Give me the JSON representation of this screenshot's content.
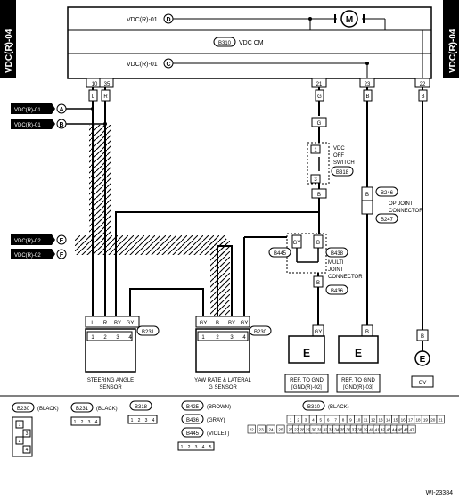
{
  "side_tab": "VDC(R)-04",
  "top_refs": {
    "d": "VDC(R)-01",
    "c": "VDC(R)-01"
  },
  "motor": "M",
  "vdc_cm": {
    "connector": "B310",
    "name": "VDC CM"
  },
  "terminals": [
    "10",
    "35",
    "21",
    "23",
    "22"
  ],
  "wire_colors": {
    "w1": "L",
    "w2": "R",
    "w3": "G",
    "w4": "B",
    "w5": "B",
    "sw_top": "G",
    "sw_bot": "B",
    "sw_gy": "GY",
    "joint": "B",
    "mj_l": "GY",
    "mj_r": "B",
    "mj_low": "B",
    "g1": "GY",
    "g2": "B",
    "g3": "B"
  },
  "left_refs": [
    {
      "letter": "A",
      "ref": "VDC(R)-01"
    },
    {
      "letter": "B",
      "ref": "VDC(R)-01"
    },
    {
      "letter": "E",
      "ref": "VDC(R)-02"
    },
    {
      "letter": "F",
      "ref": "VDC(R)-02"
    }
  ],
  "letters": {
    "d": "D",
    "c": "C"
  },
  "vdc_off_switch": {
    "label": [
      "VDC",
      "OFF",
      "SWITCH"
    ],
    "connector": "B318",
    "pins": [
      "1",
      "3"
    ]
  },
  "op_joint": {
    "label": [
      "OP JOINT",
      "CONNECTOR"
    ],
    "connector_a": "B246",
    "connector_b": "B247"
  },
  "multi_joint": {
    "label": [
      "MULTI",
      "JOINT",
      "CONNECTOR"
    ],
    "connector_a": "B445",
    "connector_b": "B438",
    "connector_c": "B436"
  },
  "steering": {
    "label": [
      "STEERING ANGLE",
      "SENSOR"
    ],
    "connector": "B231",
    "pins": [
      "1",
      "2",
      "3",
      "4"
    ],
    "colors": [
      "L",
      "R",
      "BY",
      "GY"
    ]
  },
  "yaw": {
    "label": [
      "YAW RATE & LATERAL",
      "G SENSOR"
    ],
    "connector": "B230",
    "pins": [
      "1",
      "2",
      "3",
      "4"
    ],
    "colors": [
      "GY",
      "B",
      "BY",
      "GY"
    ]
  },
  "grounds": [
    {
      "symbol": "E",
      "label": [
        "REF. TO GND",
        "[GND(R)-02]"
      ]
    },
    {
      "symbol": "E",
      "label": [
        "REF. TO GND",
        "[GND(R)-03]"
      ]
    },
    {
      "symbol": "E",
      "label": [
        "GV"
      ]
    }
  ],
  "legend": {
    "b230": {
      "code": "B230",
      "color": "(BLACK)",
      "pins": [
        "1",
        "2",
        "3",
        "4"
      ]
    },
    "b231": {
      "code": "B231",
      "color": "(BLACK)",
      "pins": [
        "1",
        "2",
        "3",
        "4"
      ]
    },
    "b318": {
      "code": "B318",
      "pins": [
        "1",
        "2",
        "3",
        "4"
      ]
    },
    "b425": {
      "code": "B425",
      "color": "(BROWN)"
    },
    "b436": {
      "code": "B436",
      "color": "(GRAY)"
    },
    "b445": {
      "code": "B445",
      "color": "(VIOLET)",
      "pins": [
        "1",
        "2",
        "3",
        "4",
        "5"
      ]
    },
    "b310": {
      "code": "B310",
      "color": "(BLACK)",
      "row1": [
        "1",
        "2",
        "3",
        "4",
        "5",
        "6",
        "7",
        "8",
        "9",
        "10",
        "11",
        "12",
        "13",
        "14",
        "15",
        "16",
        "17",
        "18",
        "19",
        "20",
        "21"
      ],
      "row2a": [
        "22",
        "23",
        "24",
        "25"
      ],
      "row2b": [
        "26",
        "27",
        "28",
        "29",
        "30",
        "31",
        "32",
        "33",
        "34",
        "35",
        "36",
        "37",
        "38",
        "39",
        "40",
        "41",
        "42",
        "43",
        "44",
        "45",
        "46",
        "47"
      ]
    }
  },
  "figure_id": "WI-23384"
}
